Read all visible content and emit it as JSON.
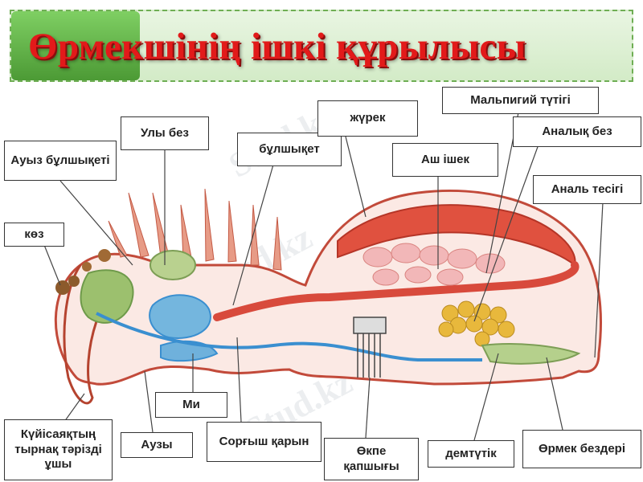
{
  "title": "Өрмекшінің ішкі құрылысы",
  "watermark": "Stud.kz",
  "labels": {
    "uly_bez": "Улы без",
    "auyz_bulshyketi": "Ауыз бұлшықеті",
    "bulshyket": "бұлшықет",
    "zhurek": "жүрек",
    "malpigi": "Мальпигий түтігі",
    "analyk_bez": "Аналық без",
    "ash_ishek": "Аш ішек",
    "anal_tesigi": "Аналь тесігі",
    "koz": "көз",
    "mi": "Ми",
    "kuiisayak": "Күйісаяқтың тырнақ тәрізді ұшы",
    "auzy": "Аузы",
    "sorgysh": "Сорғыш қарын",
    "okpe": "Өкпе қапшығы",
    "demtutik": "демтүтік",
    "ormek_bezderi": "Өрмек бездері"
  },
  "colors": {
    "title": "#e21a1a",
    "body_outline": "#c24a3a",
    "gut": "#d84a3c",
    "nerve": "#3a8fd0",
    "gland_green": "#8fb86a",
    "yellow_gland": "#e8b83c"
  }
}
